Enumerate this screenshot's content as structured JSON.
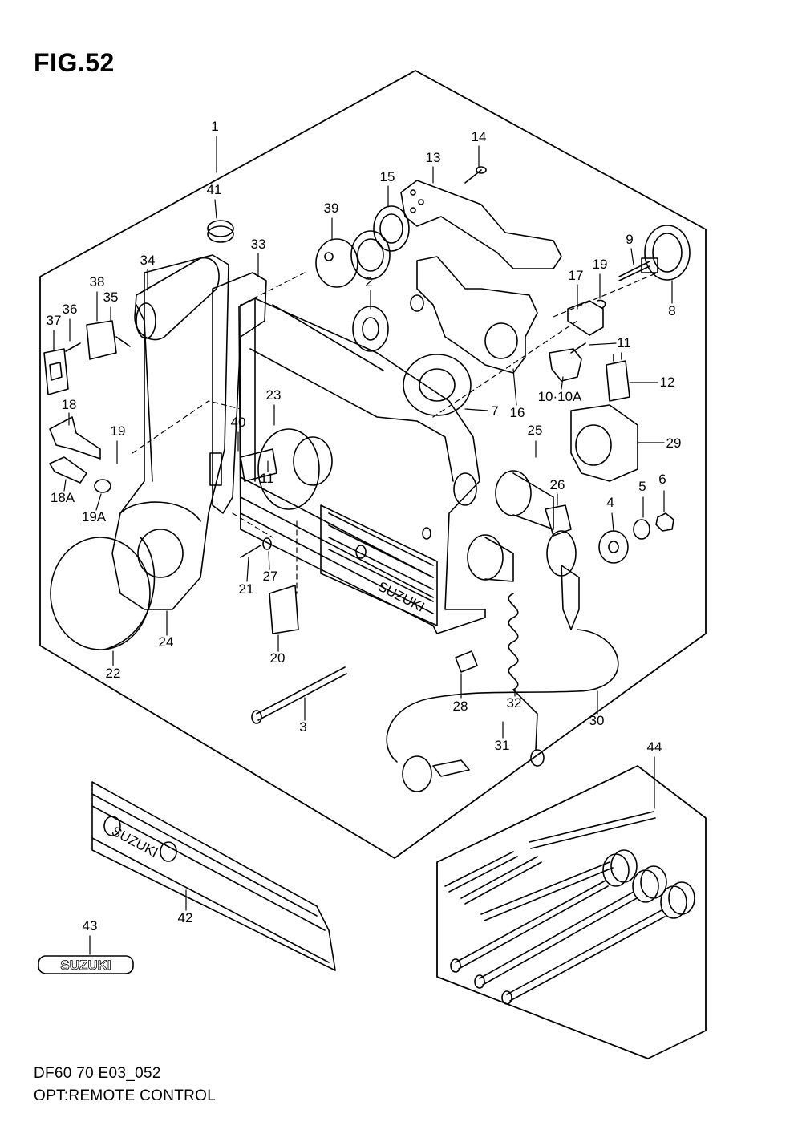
{
  "figure": {
    "title": "FIG.52",
    "footer_code": "DF60 70 E03_052",
    "footer_desc": "OPT:REMOTE CONTROL"
  },
  "callouts": [
    "1",
    "2",
    "3",
    "4",
    "5",
    "6",
    "7",
    "8",
    "9",
    "10·10A",
    "11",
    "11",
    "12",
    "13",
    "14",
    "15",
    "16",
    "17",
    "18",
    "18A",
    "19",
    "19",
    "19A",
    "20",
    "21",
    "22",
    "23",
    "24",
    "25",
    "26",
    "27",
    "28",
    "29",
    "30",
    "31",
    "32",
    "33",
    "34",
    "35",
    "36",
    "37",
    "38",
    "39",
    "40",
    "41",
    "42",
    "43",
    "44"
  ],
  "imprints": {
    "housing_brand": "SUZUKI",
    "cover_brand": "SUZUKI",
    "emblem_brand": "SUZUKI"
  }
}
